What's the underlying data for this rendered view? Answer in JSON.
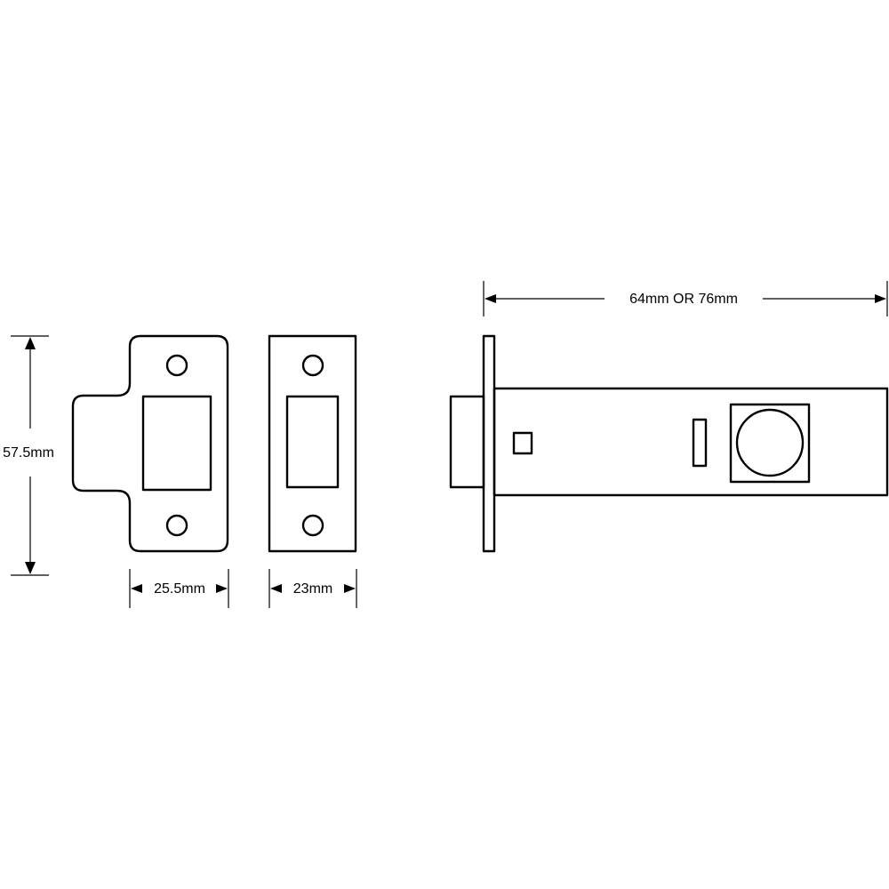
{
  "dimensions": {
    "height_label": "57.5mm",
    "strike_plate_width_label": "25.5mm",
    "forend_plate_width_label": "23mm",
    "backset_label": "64mm OR 76mm"
  },
  "colors": {
    "line": "#000000",
    "background": "#ffffff"
  }
}
